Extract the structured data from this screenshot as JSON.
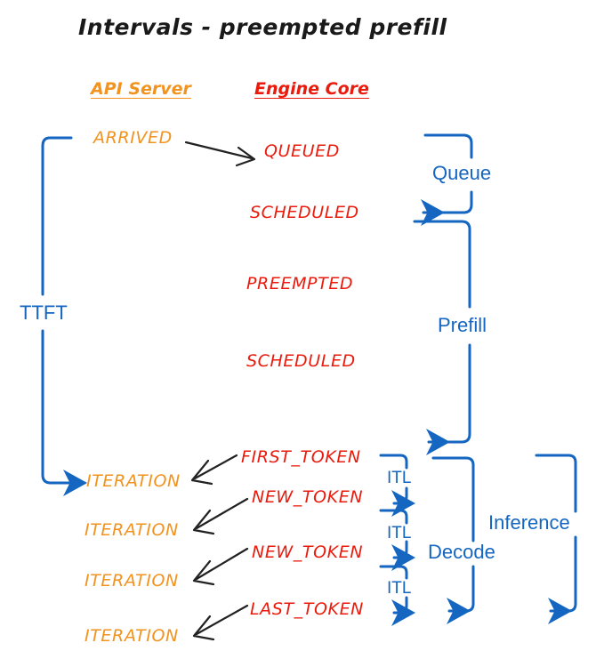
{
  "title": "Intervals - preempted prefill",
  "colors": {
    "api_server": "#F2931F",
    "engine_core": "#EA1B0C",
    "annotation_blue": "#1566C0",
    "arrow_black": "#222222",
    "background": "#FFFFFF"
  },
  "columns": {
    "api_server": "API Server",
    "engine_core": "Engine Core"
  },
  "api_server_events": [
    {
      "label": "ARRIVED"
    },
    {
      "label": "ITERATION"
    },
    {
      "label": "ITERATION"
    },
    {
      "label": "ITERATION"
    },
    {
      "label": "ITERATION"
    }
  ],
  "engine_core_events": [
    {
      "label": "QUEUED"
    },
    {
      "label": "SCHEDULED"
    },
    {
      "label": "PREEMPTED"
    },
    {
      "label": "SCHEDULED"
    },
    {
      "label": "FIRST_TOKEN"
    },
    {
      "label": "NEW_TOKEN"
    },
    {
      "label": "NEW_TOKEN"
    },
    {
      "label": "LAST_TOKEN"
    }
  ],
  "intervals": {
    "ttft": "TTFT",
    "queue": "Queue",
    "prefill": "Prefill",
    "decode": "Decode",
    "inference": "Inference",
    "itl_1": "ITL",
    "itl_2": "ITL",
    "itl_3": "ITL"
  }
}
